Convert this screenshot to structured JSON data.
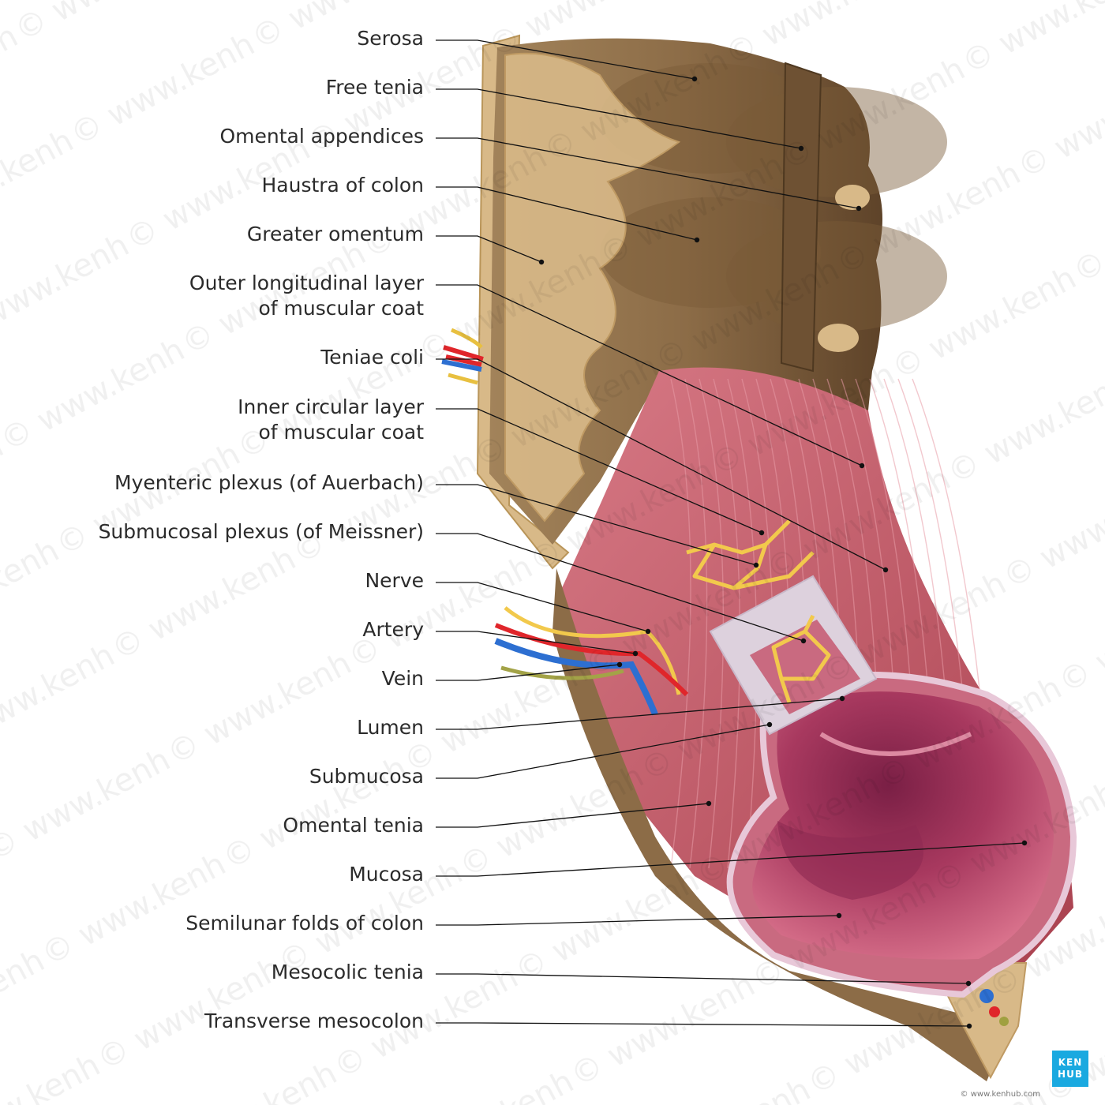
{
  "labels": [
    {
      "id": "serosa",
      "lines": [
        "Serosa"
      ]
    },
    {
      "id": "free-tenia",
      "lines": [
        "Free tenia"
      ]
    },
    {
      "id": "omental-appendices",
      "lines": [
        "Omental appendices"
      ]
    },
    {
      "id": "haustra",
      "lines": [
        "Haustra of colon"
      ]
    },
    {
      "id": "greater-omentum",
      "lines": [
        "Greater omentum"
      ]
    },
    {
      "id": "outer-longitudinal",
      "lines": [
        "Outer longitudinal layer",
        "of muscular coat"
      ]
    },
    {
      "id": "teniae-coli",
      "lines": [
        "Teniae coli"
      ]
    },
    {
      "id": "inner-circular",
      "lines": [
        "Inner circular layer",
        "of muscular coat"
      ]
    },
    {
      "id": "myenteric-plexus",
      "lines": [
        "Myenteric plexus (of Auerbach)"
      ]
    },
    {
      "id": "submucosal-plexus",
      "lines": [
        "Submucosal plexus (of Meissner)"
      ]
    },
    {
      "id": "nerve",
      "lines": [
        "Nerve"
      ]
    },
    {
      "id": "artery",
      "lines": [
        "Artery"
      ]
    },
    {
      "id": "vein",
      "lines": [
        "Vein"
      ]
    },
    {
      "id": "lumen",
      "lines": [
        "Lumen"
      ]
    },
    {
      "id": "submucosa",
      "lines": [
        "Submucosa"
      ]
    },
    {
      "id": "omental-tenia",
      "lines": [
        "Omental tenia"
      ]
    },
    {
      "id": "mucosa",
      "lines": [
        "Mucosa"
      ]
    },
    {
      "id": "semilunar-folds",
      "lines": [
        "Semilunar folds of colon"
      ]
    },
    {
      "id": "mesocolic-tenia",
      "lines": [
        "Mesocolic tenia"
      ]
    },
    {
      "id": "transverse-mesocolon",
      "lines": [
        "Transverse mesocolon"
      ]
    }
  ],
  "logo": {
    "line1": "KEN",
    "line2": "HUB"
  },
  "credit": "© www.kenhub.com",
  "watermark": "© www.kenhub.com",
  "colors": {
    "serosa": "#8a6a45",
    "omentum": "#d8b988",
    "muscle": "#c55b6a",
    "mucosa": "#b3456a",
    "submucosa": "#ddd1dd",
    "nerve": "#f2c94c",
    "artery": "#e0262b",
    "vein": "#2d6fd1",
    "leader": "#111111",
    "brand": "#1aa9e0"
  }
}
